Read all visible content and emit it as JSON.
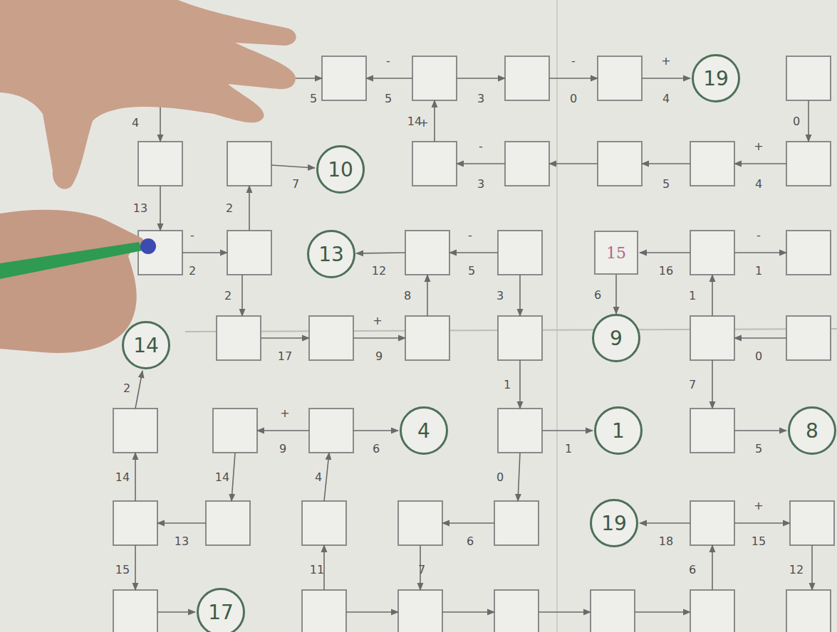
{
  "diagram": {
    "nodes": [
      {
        "text": [
          "19"
        ]
      },
      {
        "text": [
          "10"
        ]
      },
      {
        "text": [
          "13"
        ]
      },
      {
        "text": [
          "15"
        ]
      },
      {
        "text": [
          "14"
        ]
      },
      {
        "text": [
          "9"
        ]
      },
      {
        "text": [
          "4"
        ]
      },
      {
        "text": [
          "1"
        ]
      },
      {
        "text": [
          "8"
        ]
      },
      {
        "text": [
          "19"
        ]
      },
      {
        "text": [
          "17"
        ]
      }
    ],
    "edges": [
      {
        "from": 3,
        "to": 5,
        "arrow": "to",
        "label": "6"
      }
    ],
    "labels": [
      "5",
      "5",
      "3",
      "0",
      "4",
      "0",
      "14",
      "4",
      "7",
      "3",
      "5",
      "4",
      "13",
      "2",
      "2",
      "12",
      "5",
      "16",
      "1",
      "2",
      "8",
      "3",
      "1",
      "17",
      "9",
      "0",
      "2",
      "1",
      "7",
      "9",
      "6",
      "1",
      "5",
      "14",
      "14",
      "4",
      "0",
      "13",
      "6",
      "18",
      "15",
      "15",
      "11",
      "7",
      "6",
      "12",
      "-",
      "-",
      "+",
      "-",
      "+",
      "+",
      "-",
      "-",
      "+",
      "-",
      "+",
      "+"
    ]
  }
}
